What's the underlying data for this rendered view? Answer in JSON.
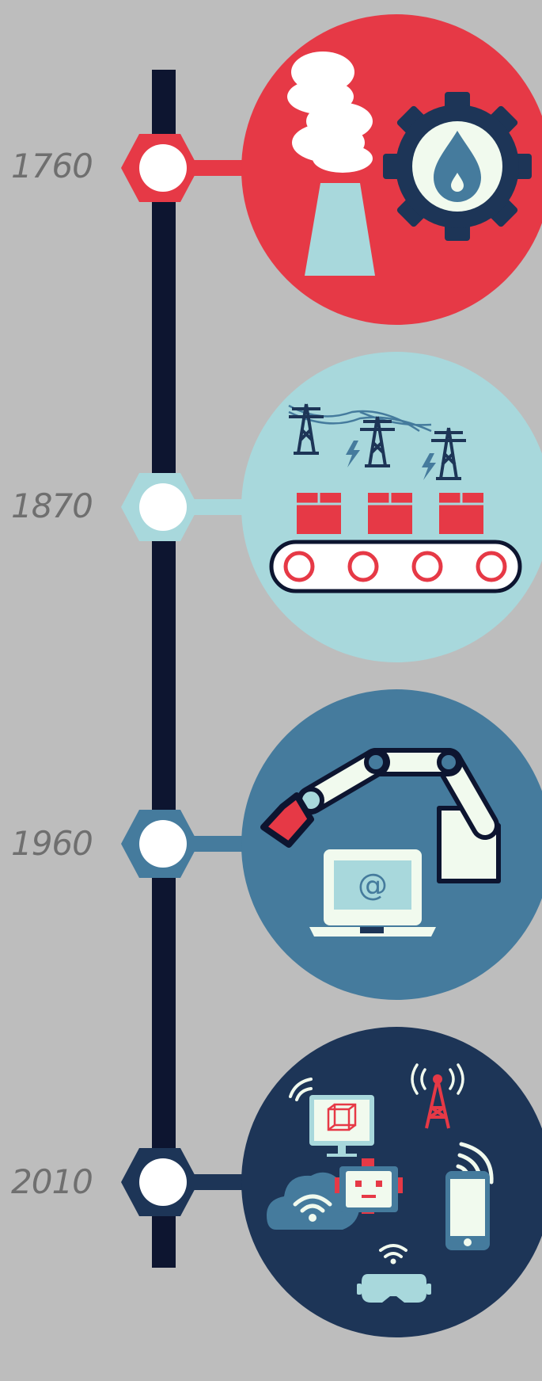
{
  "timeline": {
    "colors": {
      "spine": "#0d1530",
      "year_text": "#6f6f6f",
      "background": "#bdbdbd"
    },
    "eras": [
      {
        "year": "1760",
        "color": "#e63946",
        "icons": [
          "smoke-icon",
          "factory-chimney-icon",
          "gear-icon",
          "water-drop-icon"
        ]
      },
      {
        "year": "1870",
        "color": "#a8d8dc",
        "icons": [
          "power-tower-icon",
          "lightning-icon",
          "box-icon",
          "conveyor-belt-icon"
        ]
      },
      {
        "year": "1960",
        "color": "#457b9d",
        "icons": [
          "robot-arm-icon",
          "laptop-icon",
          "at-sign-icon"
        ]
      },
      {
        "year": "2010",
        "color": "#1d3557",
        "icons": [
          "wifi-icon",
          "3d-monitor-icon",
          "cell-tower-icon",
          "cloud-wifi-icon",
          "robot-face-icon",
          "smartphone-icon",
          "vr-headset-icon"
        ]
      }
    ],
    "at_sign": "@"
  }
}
